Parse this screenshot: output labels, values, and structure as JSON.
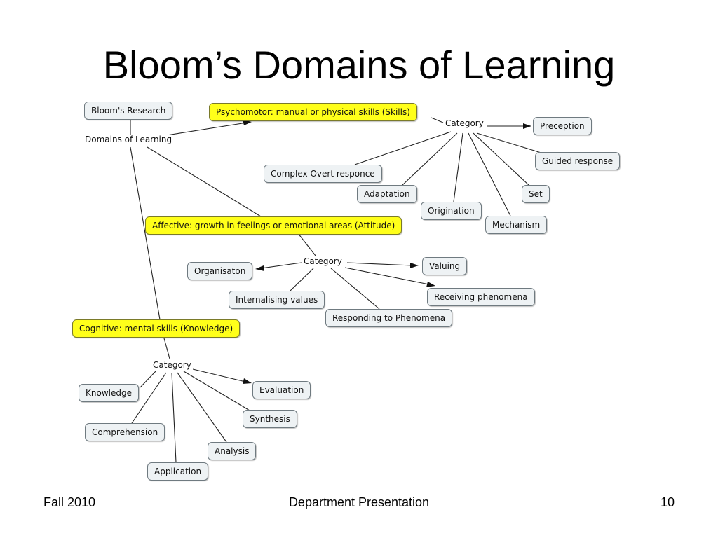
{
  "title": "Bloom’s Domains of Learning",
  "concept_map": {
    "root": {
      "research": "Bloom's Research",
      "domains": "Domains of Learning"
    },
    "psychomotor": {
      "domain": "Psychomotor: manual or physical skills (Skills)",
      "category": "Category",
      "items": [
        "Preception",
        "Guided response",
        "Set",
        "Mechanism",
        "Origination",
        "Adaptation",
        "Complex Overt responce"
      ]
    },
    "affective": {
      "domain": "Affective: growth in feelings or emotional areas (Attitude)",
      "category": "Category",
      "items": [
        "Organisaton",
        "Valuing",
        "Receiving phenomena",
        "Internalising values",
        "Responding to Phenomena"
      ]
    },
    "cognitive": {
      "domain": "Cognitive: mental skills (Knowledge)",
      "category": "Category",
      "items": [
        "Knowledge",
        "Comprehension",
        "Application",
        "Analysis",
        "Synthesis",
        "Evaluation"
      ]
    },
    "colors": {
      "domain_fill": "#ffff1a",
      "node_fill": "#eef2f4",
      "node_border": "#6f7a80"
    }
  },
  "footer": {
    "left": "Fall 2010",
    "center": "Department Presentation",
    "right": "10"
  }
}
